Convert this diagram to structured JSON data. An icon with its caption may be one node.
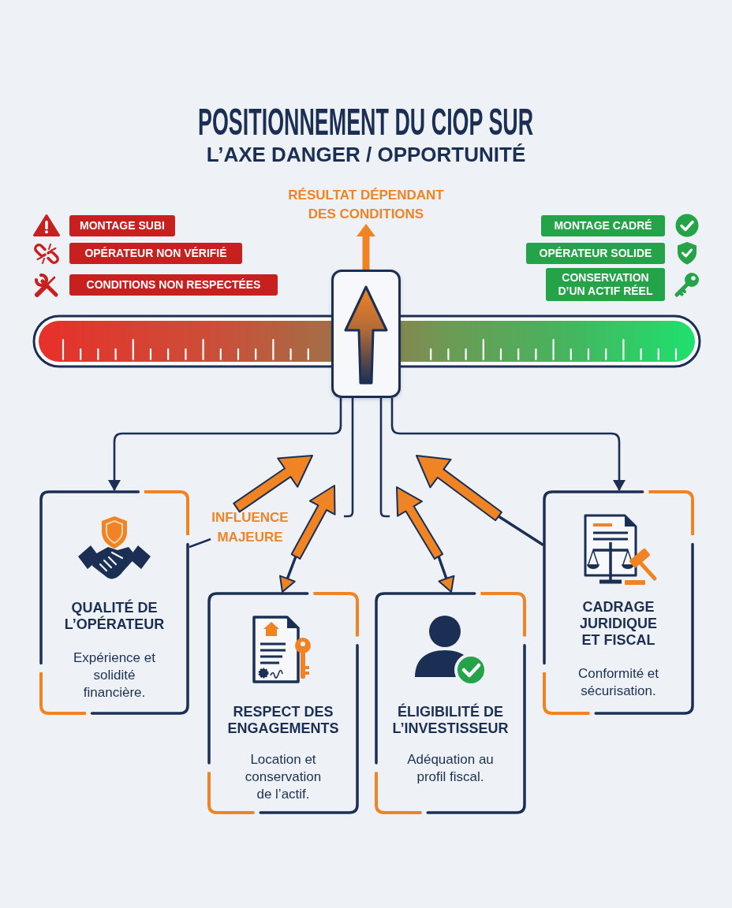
{
  "diagram": {
    "title": "POSITIONNEMENT DU CIOP SUR",
    "nodes": [
      {
        "text": [
          "RÉSULTAT DÉPENDANT DES CONDITIONS"
        ]
      },
      {
        "text": [
          "MONTAGE SUBI"
        ]
      },
      {
        "text": [
          "OPÉRATEUR NON VÉRIFIÉ"
        ]
      },
      {
        "text": [
          "CONDITIONS NON RESPECTÉES"
        ]
      },
      {
        "text": [
          "MONTAGE CADRÉ"
        ]
      },
      {
        "text": [
          "OPÉRATEUR SOLIDE"
        ]
      },
      {
        "text": [
          "CONSERVATION D’UN ACTIF RÉEL"
        ]
      },
      {
        "text": [],
        "shape": "box"
      },
      {
        "text": [
          "INFLUENCE MAJEURE"
        ]
      },
      {
        "text": [
          "QUALITÉ DE L’OPÉRATEUR",
          "Expérience et solidité financière."
        ]
      },
      {
        "text": [
          "RESPECT DES ENGAGEMENTS",
          "Location et conservation de l’actif."
        ]
      },
      {
        "text": [
          "ÉLIGIBILITÉ DE L’INVESTISSEUR",
          "Adéquation au profil fiscal."
        ]
      },
      {
        "text": [
          "CADRAGE JURIDIQUE ET FISCAL",
          "Conformité et sécurisation."
        ]
      }
    ],
    "edges": [
      {
        "from": 7,
        "to": 0,
        "arrow": "to",
        "style": "thick",
        "color": "#f08424"
      },
      {
        "from": 7,
        "to": 9,
        "arrow": "to"
      },
      {
        "from": 7,
        "to": 12,
        "arrow": "to"
      },
      {
        "from": 7,
        "to": null,
        "arrow": "none"
      },
      {
        "from": 7,
        "to": null,
        "arrow": "none"
      },
      {
        "from": 9,
        "to": 8,
        "arrow": "none"
      },
      {
        "from": 8,
        "to": null,
        "arrow": "to",
        "style": "thick",
        "color": "#f08424"
      },
      {
        "from": 12,
        "to": null,
        "arrow": "to",
        "style": "thick",
        "color": "#f08424"
      },
      {
        "from": 10,
        "to": null,
        "arrow": "both",
        "style": "thick",
        "color": "#f08424"
      },
      {
        "from": 11,
        "to": null,
        "arrow": "both",
        "style": "thick",
        "color": "#f08424"
      }
    ],
    "labels": [
      "L’AXE DANGER / OPPORTUNITÉ"
    ]
  }
}
